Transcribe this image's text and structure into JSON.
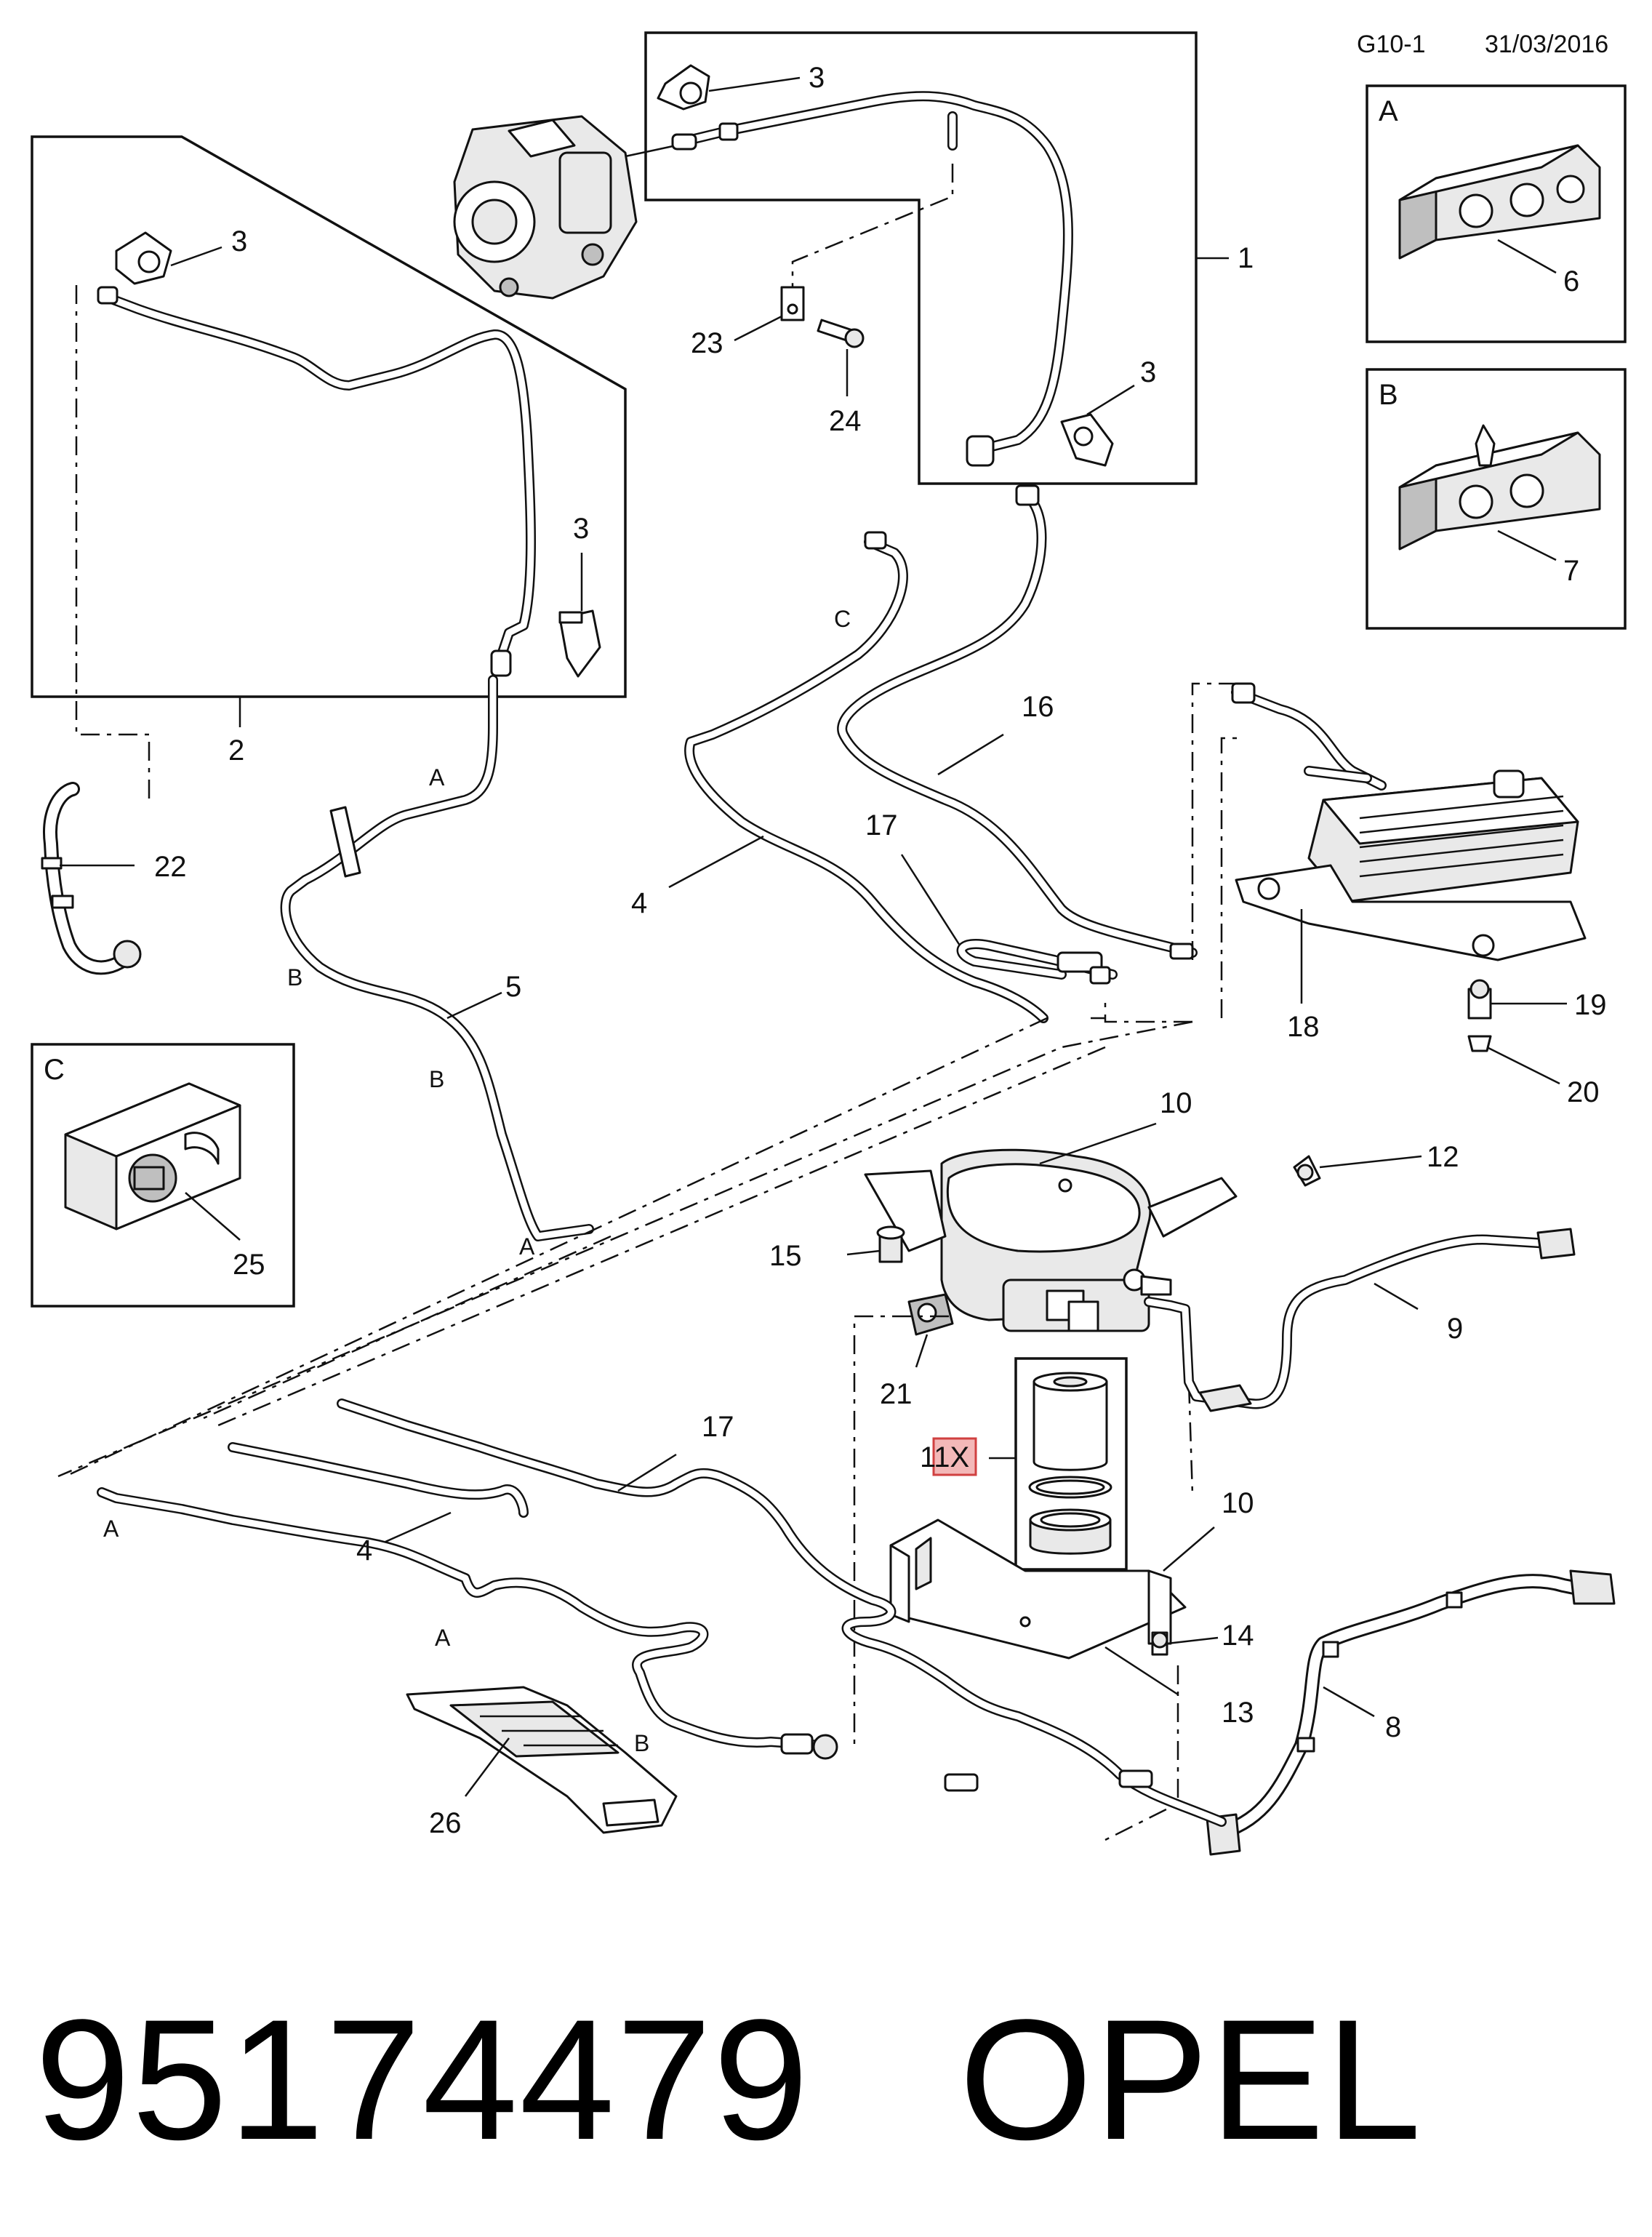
{
  "header": {
    "sheet": "G10-1",
    "date": "31/03/2016"
  },
  "callouts": {
    "c1": "1",
    "c2": "2",
    "c3a": "3",
    "c3b": "3",
    "c3c": "3",
    "c3d": "3",
    "c4a": "4",
    "c4b": "4",
    "c5": "5",
    "c6": "6",
    "c7": "7",
    "c8": "8",
    "c9": "9",
    "c10a": "10",
    "c10b": "10",
    "c11": "11X",
    "c12": "12",
    "c13": "13",
    "c14": "14",
    "c15": "15",
    "c16": "16",
    "c17a": "17",
    "c17b": "17",
    "c18": "18",
    "c19": "19",
    "c20": "20",
    "c21": "21",
    "c22": "22",
    "c23": "23",
    "c24": "24",
    "c25": "25",
    "c26": "26"
  },
  "detail_boxes": {
    "A": "A",
    "B": "B",
    "C": "C"
  },
  "pipe_markers": {
    "m1": "A",
    "m2": "B",
    "m3": "B",
    "m4": "A",
    "m5": "C",
    "m6": "A",
    "m7": "A",
    "m8": "B"
  },
  "footer": {
    "part_number": "95174479",
    "brand": "OPEL"
  }
}
